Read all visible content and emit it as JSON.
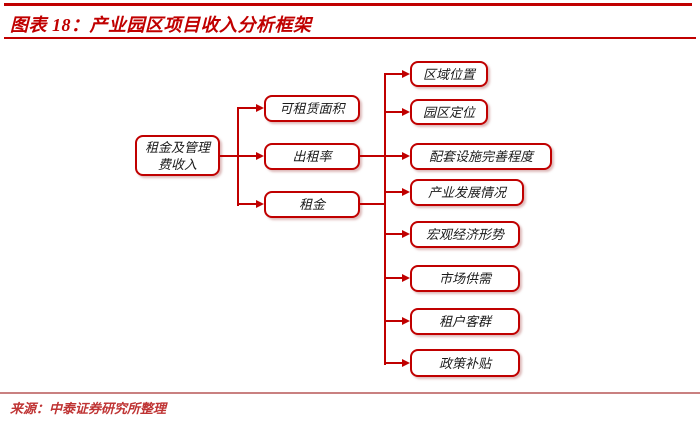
{
  "figure": {
    "title": "图表 18：产业园区项目收入分析框架",
    "source": "来源：中泰证券研究所整理"
  },
  "colors": {
    "accent": "#c00000",
    "rule_muted": "#c98080",
    "node_text": "#1a1a1a",
    "source_text": "#bf3434"
  },
  "diagram": {
    "root": {
      "label": "租金及管理费收入",
      "line1": "租金及管理",
      "line2": "费收入"
    },
    "drivers": [
      {
        "label": "可租赁面积"
      },
      {
        "label": "出租率"
      },
      {
        "label": "租金"
      }
    ],
    "factors": [
      {
        "label": "区域位置"
      },
      {
        "label": "园区定位"
      },
      {
        "label": "配套设施完善程度"
      },
      {
        "label": "产业发展情况"
      },
      {
        "label": "宏观经济形势"
      },
      {
        "label": "市场供需"
      },
      {
        "label": "租户客群"
      },
      {
        "label": "政策补贴"
      }
    ]
  }
}
